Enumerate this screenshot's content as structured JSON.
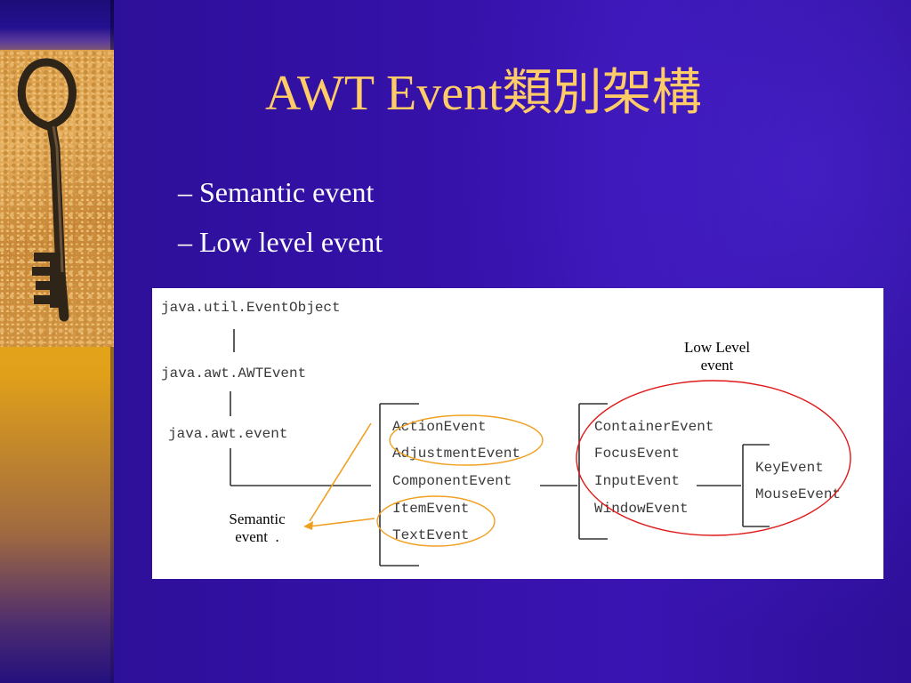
{
  "slide": {
    "title": "AWT Event類別架構",
    "bullets": [
      "– Semantic event",
      "– Low level event"
    ],
    "colors": {
      "background": "#3511a8",
      "title": "#ffcc66",
      "bullet_text": "#ffffff",
      "left_band": "#e8a81a",
      "semantic_ellipse": "#f0a020",
      "lowlevel_ellipse": "#e01818"
    },
    "decorations": [
      "key-photo-icon"
    ]
  },
  "diagram": {
    "root": "java.util.EventObject",
    "awt_event": "java.awt.AWTEvent",
    "package": "java.awt.event",
    "semantic_events": [
      "ActionEvent",
      "AdjustmentEvent",
      "ComponentEvent",
      "ItemEvent",
      "TextEvent"
    ],
    "component_subevents": [
      "ContainerEvent",
      "FocusEvent",
      "InputEvent",
      "WindowEvent"
    ],
    "input_subevents": [
      "KeyEvent",
      "MouseEvent"
    ],
    "annotations": {
      "semantic_line1": "Semantic",
      "semantic_line2": "event  .",
      "lowlevel_line1": "Low Level",
      "lowlevel_line2": "event"
    }
  }
}
